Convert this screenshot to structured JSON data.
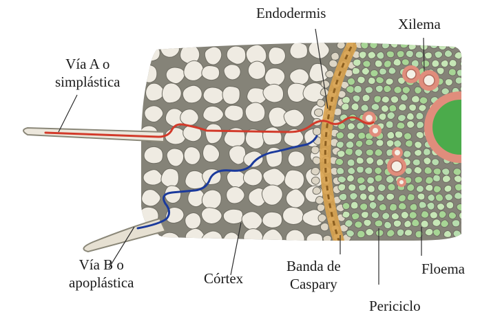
{
  "labels": {
    "endodermis": "Endodermis",
    "xilema": "Xilema",
    "via_a": [
      "Vía A o",
      "simplástica"
    ],
    "via_b": [
      "Vía B o",
      "apoplástica"
    ],
    "cortex": "Córtex",
    "banda": [
      "Banda de",
      "Caspary"
    ],
    "periciclo": "Periciclo",
    "floema": "Floema"
  },
  "colors": {
    "cortex_fill": "#efebe2",
    "wall": "#858378",
    "endodermis_fill": "#ddd6c6",
    "caspary": "#d8a24e",
    "stele_fill": "#a7d595",
    "xylem_ring": "#e08d7c",
    "xylem_core": "#4bab4b",
    "path_a": "#d23a2a",
    "path_b": "#1b3a9c"
  }
}
